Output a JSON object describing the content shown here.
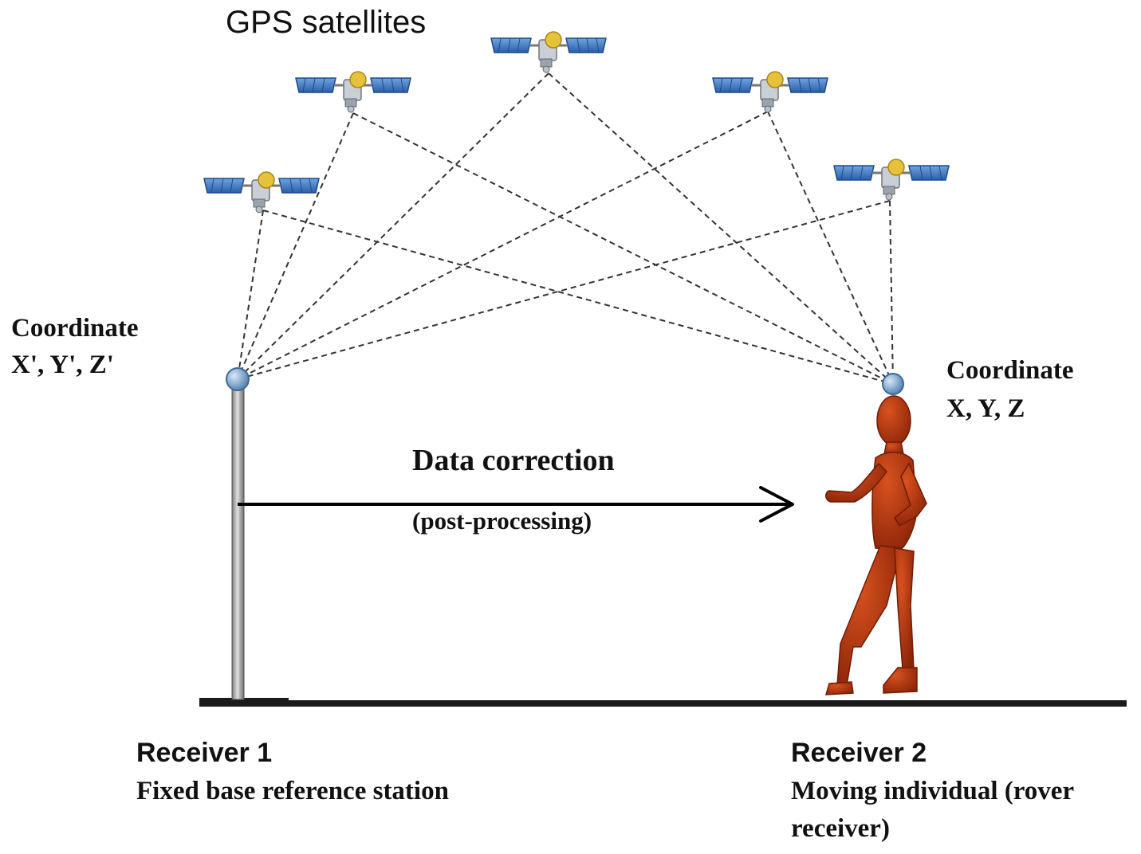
{
  "diagram": {
    "title": "GPS satellites",
    "base_station": {
      "coordinate_label": "Coordinate",
      "coordinate_value": "X', Y', Z'",
      "receiver_name": "Receiver 1",
      "receiver_description": "Fixed base reference station"
    },
    "rover": {
      "coordinate_label": "Coordinate",
      "coordinate_value": "X, Y, Z",
      "receiver_name": "Receiver 2",
      "receiver_description_line1": "Moving individual (rover",
      "receiver_description_line2": "receiver)"
    },
    "correction_arrow": {
      "label": "Data correction",
      "sublabel": "(post-processing)"
    },
    "satellite_count": 5
  },
  "colors": {
    "solar_panel": "#3b78c8",
    "satellite_body": "#e6c23a",
    "antenna": "#8fb3d6",
    "person": "#b0300c",
    "pole": "#b8b8b8",
    "ground": "#1a1a1a",
    "signal_line": "#333333"
  }
}
